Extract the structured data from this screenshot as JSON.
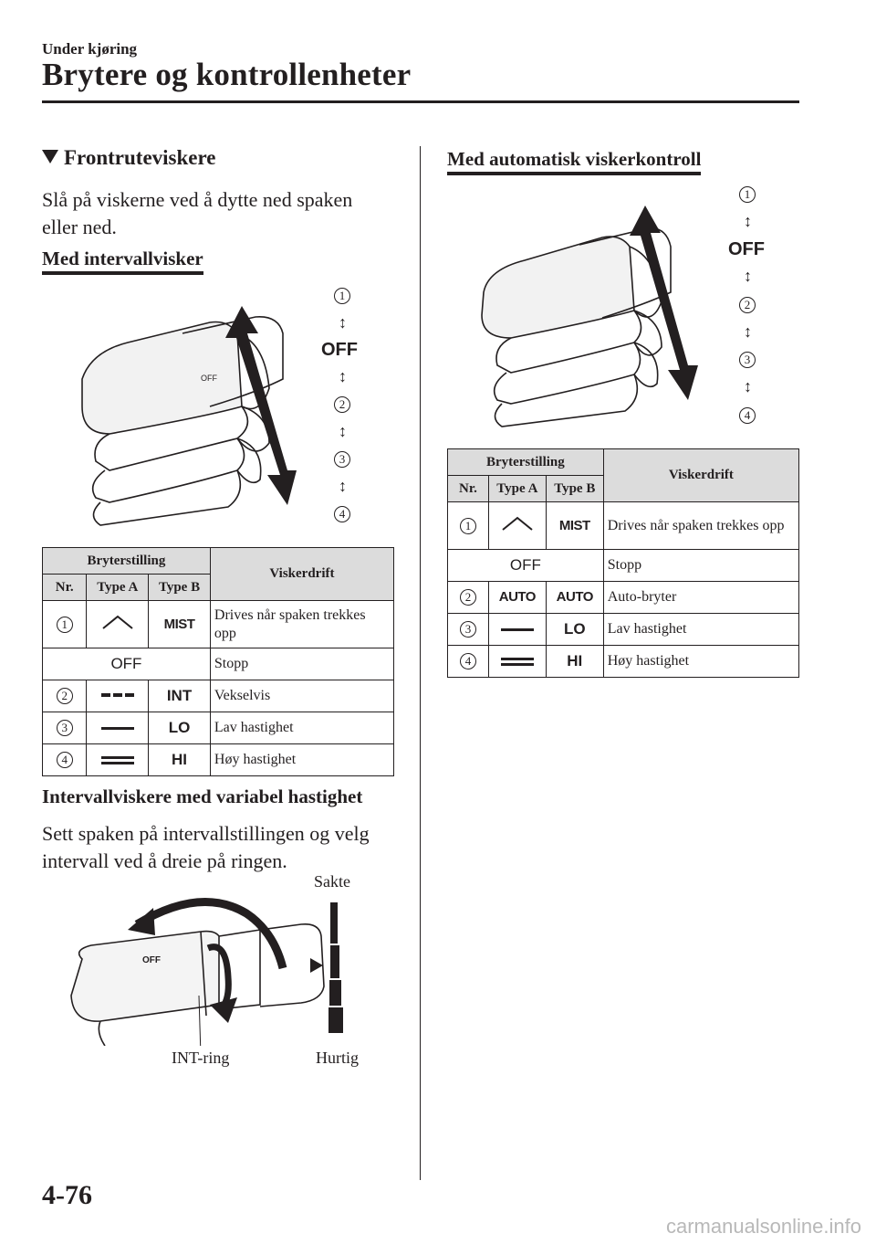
{
  "header": {
    "section": "Under kjøring",
    "title": "Brytere og kontrollenheter"
  },
  "left": {
    "heading": "Frontruteviskere",
    "intro_line1": "Slå på viskerne ved å dytte ned spaken",
    "intro_line2": "eller ned.",
    "sub1": "Med intervallvisker",
    "diagram1": {
      "marker1": "1",
      "off": "OFF",
      "marker2": "2",
      "marker3": "3",
      "marker4": "4"
    },
    "table": {
      "head_position": "Bryterstilling",
      "head_operation": "Viskerdrift",
      "head_nr": "Nr.",
      "head_type_a": "Type A",
      "head_type_b": "Type B",
      "rows": [
        {
          "nr": "1",
          "type_b": "MIST",
          "op": "Drives når spaken trekkes opp"
        },
        {
          "off": "OFF",
          "op": "Stopp"
        },
        {
          "nr": "2",
          "type_b": "INT",
          "op": "Vekselvis"
        },
        {
          "nr": "3",
          "type_b": "LO",
          "op": "Lav hastighet"
        },
        {
          "nr": "4",
          "type_b": "HI",
          "op": "Høy hastighet"
        }
      ]
    },
    "sub2": "Intervallviskere med variabel hastighet",
    "para2_line1": "Sett spaken på intervallstillingen og velg",
    "para2_line2": "intervall ved å dreie på ringen.",
    "diagram2": {
      "slow": "Sakte",
      "ring": "INT-ring",
      "fast": "Hurtig",
      "lever_off": "OFF"
    }
  },
  "right": {
    "sub": "Med automatisk viskerkontroll",
    "diagram": {
      "marker1": "1",
      "off": "OFF",
      "marker2": "2",
      "marker3": "3",
      "marker4": "4"
    },
    "table": {
      "head_position": "Bryterstilling",
      "head_operation": "Viskerdrift",
      "head_nr": "Nr.",
      "head_type_a": "Type A",
      "head_type_b": "Type B",
      "rows": [
        {
          "nr": "1",
          "type_b": "MIST",
          "op": "Drives når spaken trekkes opp"
        },
        {
          "off": "OFF",
          "op": "Stopp"
        },
        {
          "nr": "2",
          "type_a": "AUTO",
          "type_b": "AUTO",
          "op": "Auto-bryter"
        },
        {
          "nr": "3",
          "type_b": "LO",
          "op": "Lav hastighet"
        },
        {
          "nr": "4",
          "type_b": "HI",
          "op": "Høy hastighet"
        }
      ]
    }
  },
  "footer": {
    "page": "4-76",
    "watermark": "carmanualsonline.info"
  }
}
